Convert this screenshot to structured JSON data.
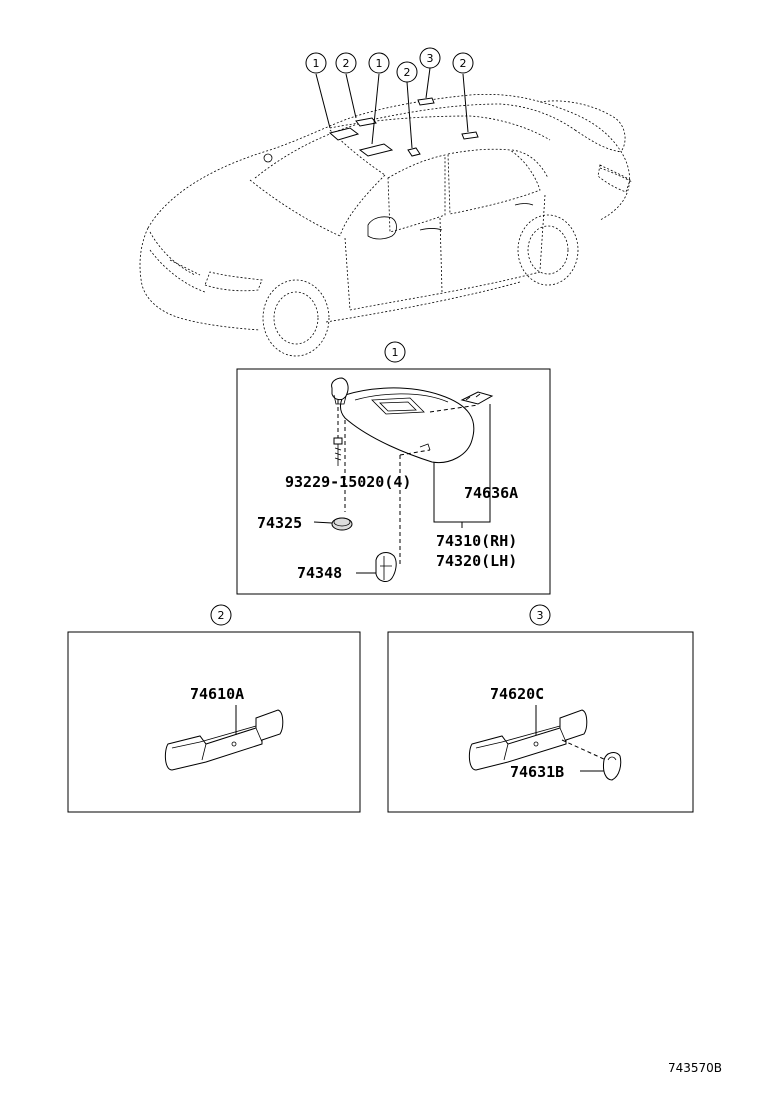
{
  "callouts": {
    "c1": "1",
    "c2": "2",
    "c3": "3"
  },
  "box1": {
    "part_bolt": "93229-15020(4)",
    "part_visor_assy": "74636A",
    "part_cap": "74325",
    "part_visor_rh": "74310(RH)",
    "part_visor_lh": "74320(LH)",
    "part_holder": "74348"
  },
  "box2": {
    "part_grip": "74610A"
  },
  "box3": {
    "part_grip": "74620C",
    "part_hook": "74631B"
  },
  "reference_code": "743570B"
}
